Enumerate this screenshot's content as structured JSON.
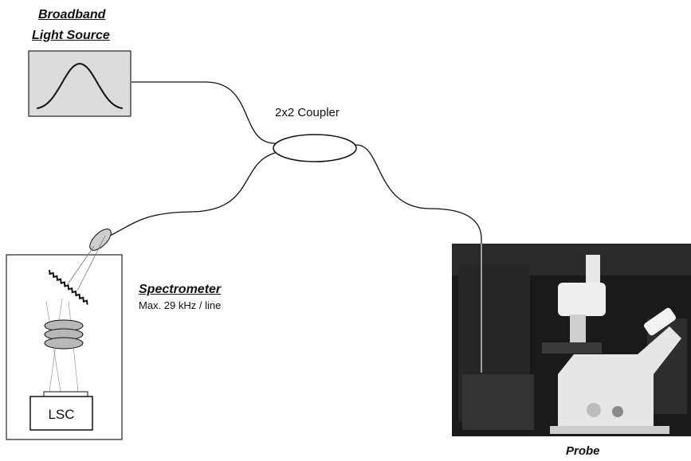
{
  "source": {
    "title_line1": "Broadband",
    "title_line2": "Light Source"
  },
  "coupler": {
    "label": "2x2 Coupler"
  },
  "spectrometer": {
    "title": "Spectrometer",
    "subtitle": "Max. 29 kHz / line",
    "detector_label": "LSC"
  },
  "probe": {
    "label": "Probe"
  },
  "colors": {
    "source_box_fill": "#dcdcdc",
    "fiber": "#111111",
    "photo_background": "#1a1a1a"
  },
  "icons": [
    "gaussian-spectrum-icon",
    "grating-icon",
    "microscope-photo"
  ]
}
